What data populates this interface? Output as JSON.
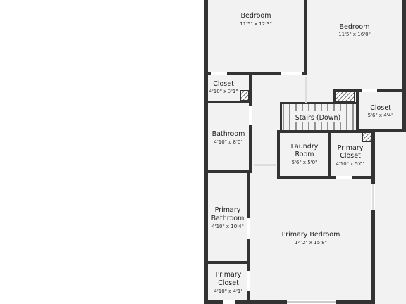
{
  "rooms": {
    "bedroom_1": {
      "name": "Bedroom",
      "dims": "11'5\" x 12'3\""
    },
    "bedroom_2": {
      "name": "Bedroom",
      "dims": "11'5\" x 16'0\""
    },
    "closet_1": {
      "name": "Closet",
      "dims": "4'10\" x 3'1\""
    },
    "closet_2": {
      "name": "Closet",
      "dims": "5'6\" x 4'4\""
    },
    "stairs": {
      "name": "Stairs (Down)"
    },
    "bathroom": {
      "name": "Bathroom",
      "dims": "4'10\" x 8'0\""
    },
    "laundry": {
      "name_line1": "Laundry",
      "name_line2": "Room",
      "dims": "5'6\" x 5'0\""
    },
    "primary_closet_1": {
      "name_line1": "Primary",
      "name_line2": "Closet",
      "dims": "4'10\" x 5'0\""
    },
    "primary_bathroom": {
      "name_line1": "Primary",
      "name_line2": "Bathroom",
      "dims": "4'10\" x 10'4\""
    },
    "primary_bedroom": {
      "name": "Primary Bedroom",
      "dims": "14'2\" x 15'8\""
    },
    "primary_closet_2": {
      "name_line1": "Primary",
      "name_line2": "Closet",
      "dims": "4'10\" x 4'1\""
    }
  },
  "colors": {
    "wall": "#333333",
    "floor": "#f2f2f2",
    "background": "#ffffff",
    "opening": "#ffffff"
  }
}
